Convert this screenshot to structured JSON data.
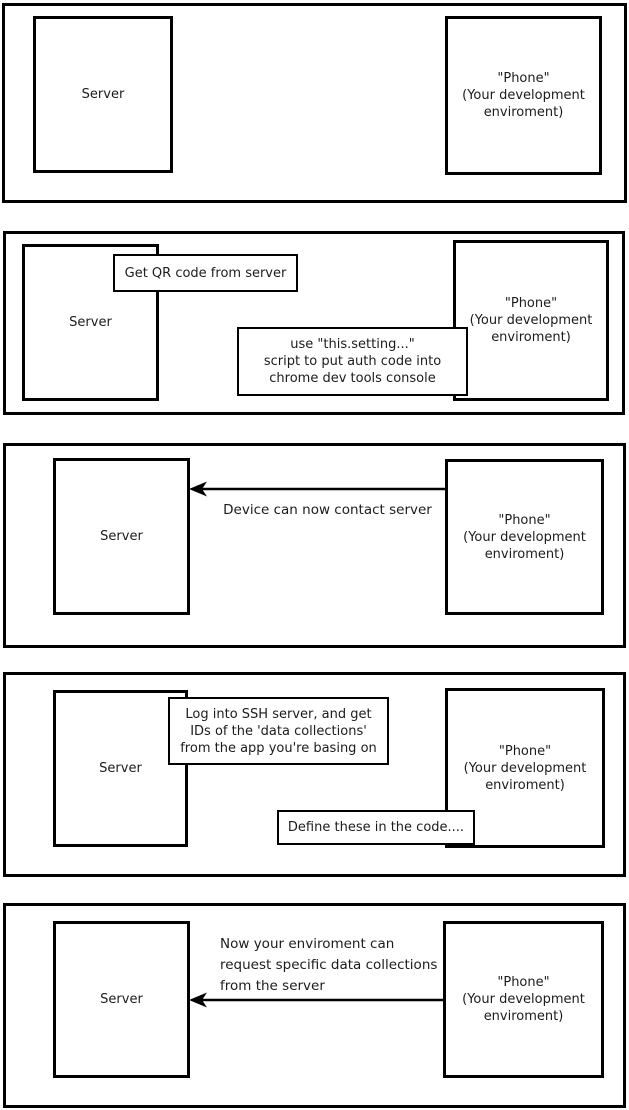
{
  "diagram": {
    "server_label": "Server",
    "phone_label": "\"Phone\"\n(Your development\nenviroment)",
    "panel2": {
      "qr_label": "Get QR code from server",
      "script_label": "use \"this.setting...\"\nscript to put auth code into\nchrome dev tools console"
    },
    "panel3": {
      "caption": "Device can now contact server"
    },
    "panel4": {
      "ssh_label": "Log into SSH server, and get\nIDs of the 'data collections'\nfrom the app you're basing on",
      "define_label": "Define these in the code...."
    },
    "panel5": {
      "caption": "Now your  enviroment can\nrequest specific data collections\n from the server"
    }
  }
}
